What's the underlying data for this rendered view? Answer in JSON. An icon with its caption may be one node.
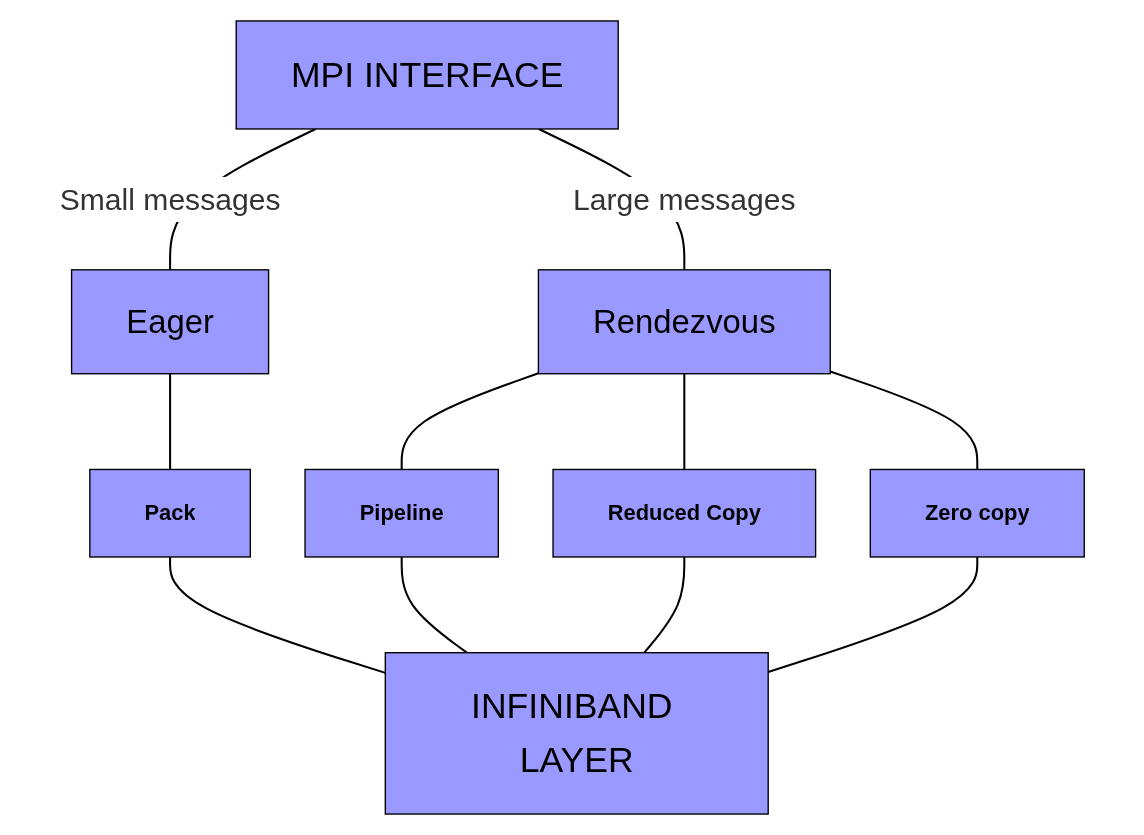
{
  "diagram": {
    "nodes": [
      {
        "text": [
          "MPI INTERFACE"
        ]
      },
      {
        "text": [
          "Eager"
        ]
      },
      {
        "text": [
          "Rendezvous"
        ]
      },
      {
        "text": [
          "Pack"
        ]
      },
      {
        "text": [
          "Pipeline"
        ]
      },
      {
        "text": [
          "Reduced Copy"
        ]
      },
      {
        "text": [
          "Zero copy"
        ]
      },
      {
        "text": [
          "INFINIBAND LAYER"
        ]
      }
    ],
    "edges": [
      {
        "from": 0,
        "to": 1,
        "arrow": "none",
        "label": "Small messages"
      },
      {
        "from": 0,
        "to": 2,
        "arrow": "none",
        "label": "Large messages"
      },
      {
        "from": 1,
        "to": 3,
        "arrow": "none"
      },
      {
        "from": 2,
        "to": 4,
        "arrow": "none"
      },
      {
        "from": 2,
        "to": 5,
        "arrow": "none"
      },
      {
        "from": 2,
        "to": 6,
        "arrow": "none"
      },
      {
        "from": 3,
        "to": 7,
        "arrow": "none"
      },
      {
        "from": 4,
        "to": 7,
        "arrow": "none"
      },
      {
        "from": 5,
        "to": 7,
        "arrow": "none"
      },
      {
        "from": 6,
        "to": 7,
        "arrow": "none"
      }
    ]
  }
}
